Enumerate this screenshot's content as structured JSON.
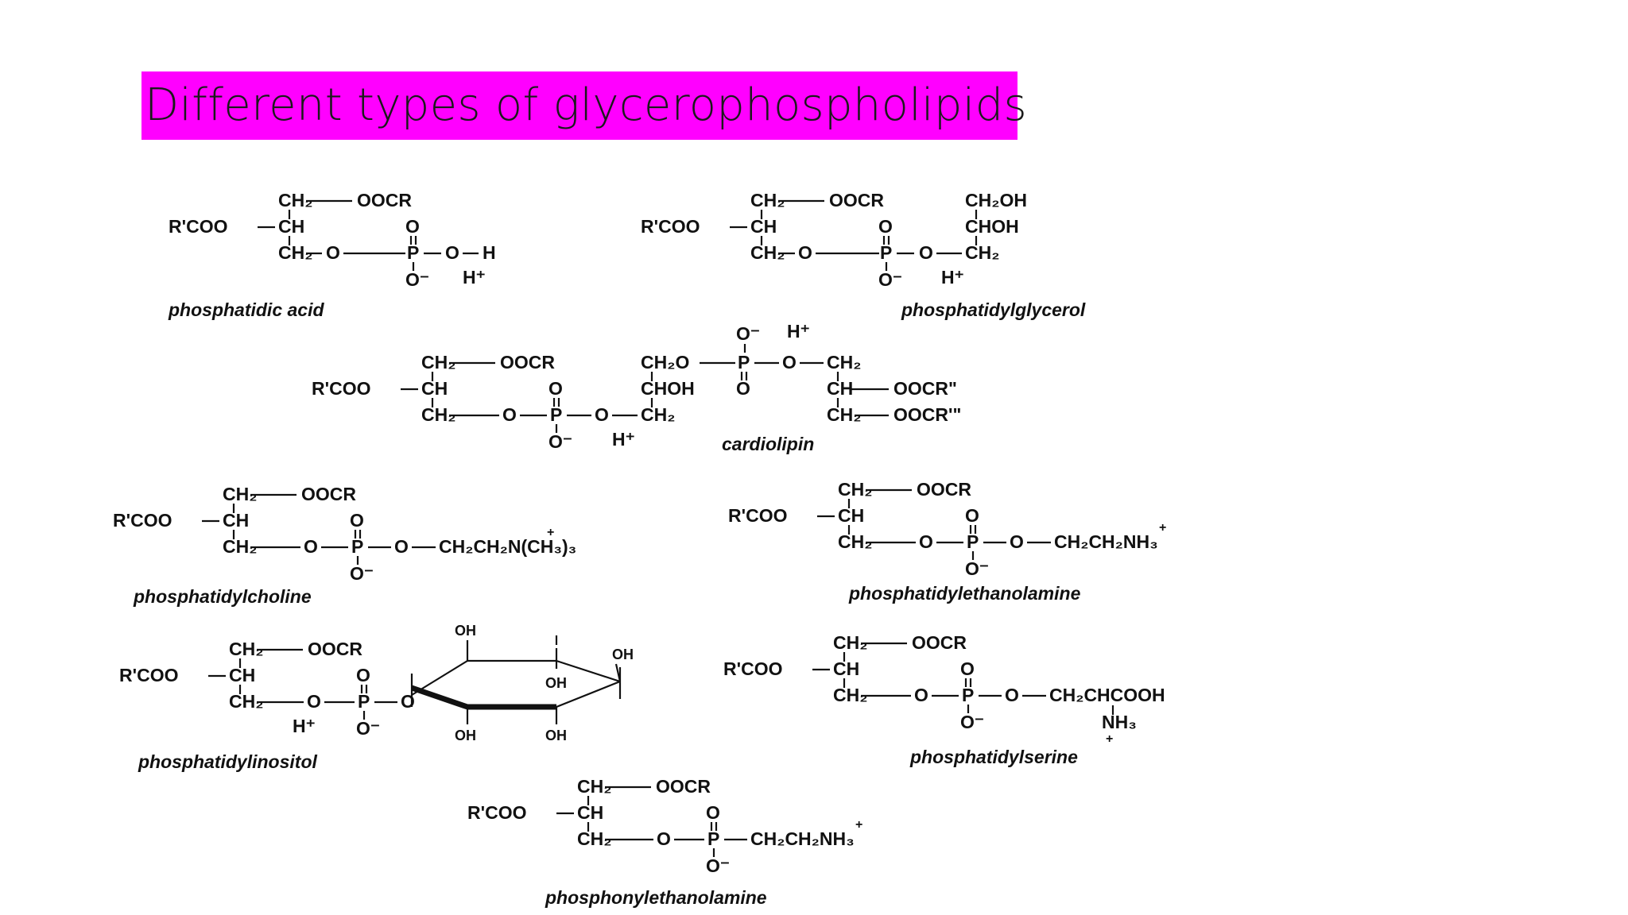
{
  "title": "Different types of glycerophospholipids",
  "atoms": {
    "ch2": "CH₂",
    "ch": "CH",
    "oocr": "OOCR",
    "oocr2": "OOCR\"",
    "oocr3": "OOCR'\"",
    "rcoo": "R'COO",
    "o": "O",
    "p": "P",
    "h": "H",
    "ominus": "O⁻",
    "hplus": "H⁺",
    "plus": "+",
    "oh": "OH",
    "ch2oh": "CH₂OH",
    "choh": "CHOH",
    "ch2o": "CH₂O",
    "choline": "CH₂CH₂N(CH₃)₃",
    "ethanolamine": "CH₂CH₂NH₃",
    "serine": "CH₂CHCOOH",
    "nh3": "NH₃"
  },
  "names": {
    "pa": "phosphatidic acid",
    "pg": "phosphatidylglycerol",
    "cl": "cardiolipin",
    "pc": "phosphatidylcholine",
    "pe": "phosphatidylethanolamine",
    "pi": "phosphatidylinositol",
    "ps": "phosphatidylserine",
    "pne": "phosphonylethanolamine"
  }
}
